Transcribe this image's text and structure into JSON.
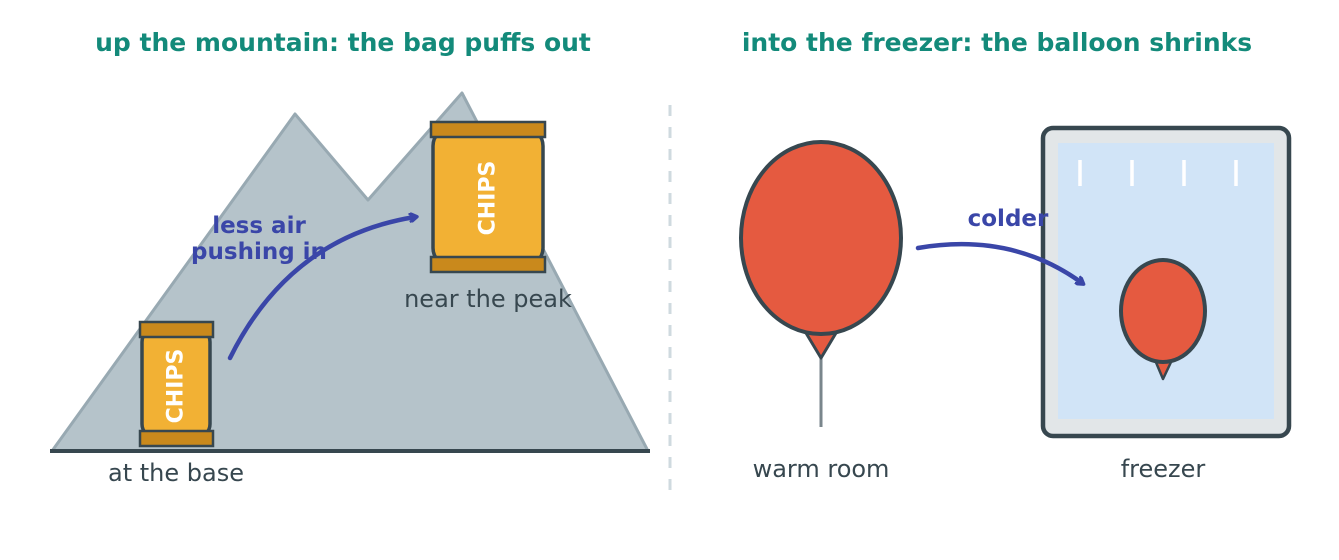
{
  "colors": {
    "title": "#138a7a",
    "text": "#37474f",
    "accent": "#3a46a8",
    "mountain": "#b5c3ca",
    "mountain_edge": "#98a9b2",
    "outline": "#37474f",
    "bag_body": "#f2b134",
    "bag_seal": "#c9891c",
    "balloon": "#e55a40",
    "freezer_outer": "#e2e6e8",
    "freezer_inner": "#d1e4f7",
    "divider": "#cfdadf"
  },
  "left_panel": {
    "title": "up the mountain: the bag puffs out",
    "bag_label": "CHIPS",
    "base_caption": "at the base",
    "peak_caption": "near the peak",
    "arrow_label": [
      "less air",
      "pushing in"
    ],
    "icons": [
      "mountain-icon",
      "chip-bag-icon",
      "curved-arrow-icon"
    ]
  },
  "right_panel": {
    "title": "into the freezer: the balloon shrinks",
    "warm_caption": "warm room",
    "freezer_caption": "freezer",
    "arrow_label": "colder",
    "icons": [
      "balloon-icon",
      "freezer-icon",
      "curved-arrow-icon"
    ]
  }
}
